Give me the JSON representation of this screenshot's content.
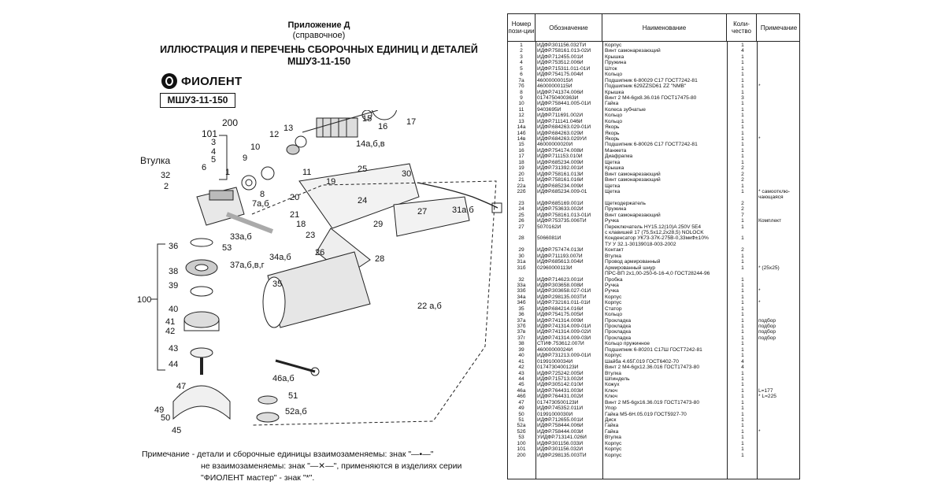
{
  "header": {
    "appendix": "Приложение Д",
    "reference": "(справочное)",
    "title_line1": "ИЛЛЮСТРАЦИЯ И ПЕРЕЧЕНЬ СБОРОЧНЫХ ЕДИНИЦ И ДЕТАЛЕЙ",
    "title_line2": "МШУ3-11-150"
  },
  "brand": {
    "name": "ФИОЛЕНТ",
    "model": "МШУ3-11-150"
  },
  "diagram_labels": {
    "l200": "200",
    "l101": "101",
    "vtulka": "Втулка",
    "l3": "3",
    "l4": "4",
    "l5": "5",
    "l6": "6",
    "l1": "1",
    "l32": "32",
    "l2": "2",
    "l8": "8",
    "l7ab": "7а,б",
    "l10": "10",
    "l9": "9",
    "l11": "11",
    "l12": "12",
    "l13": "13",
    "l14": "14а,б,в",
    "l15": "15",
    "l16": "16",
    "l17": "17",
    "l19": "19",
    "l20": "20",
    "l21": "21",
    "l18": "18",
    "l23": "23",
    "l24": "24",
    "l25": "25",
    "l29": "29",
    "l27": "27",
    "l26": "26",
    "l28": "28",
    "l30": "30",
    "l31": "31а,б",
    "l33": "33а,б",
    "l53": "53",
    "l34": "34а,б",
    "l36": "36",
    "l37": "37а,б,в,г",
    "l38": "38",
    "l39": "39",
    "l35": "35",
    "l100": "100",
    "l40": "40",
    "l41": "41",
    "l42": "42",
    "l43": "43",
    "l44": "44",
    "l46": "46а,б",
    "l47": "47",
    "l49": "49",
    "l50": "50",
    "l45": "45",
    "l51": "51",
    "l52": "52а,б",
    "l22": "22 а,б"
  },
  "note": {
    "line1": "Примечание - детали и сборочные единицы взаимозаменяемы: знак \"―•―\"",
    "line2": "не взаимозаменяемы: знак \"―✕―\", применяются в изделиях серии",
    "line3": "\"ФИОЛЕНТ мастер\" - знак \"*\"."
  },
  "table": {
    "headers": {
      "pos": "Номер пози-ции",
      "designation": "Обозначение",
      "name": "Наименование",
      "qty": "Коли-чество",
      "note": "Примечание"
    },
    "rows": [
      [
        "1",
        "ИДФР.301156.032ТИ",
        "Корпус",
        "1",
        ""
      ],
      [
        "2",
        "ИДФР.758161.013-02И",
        "Винт самонарезающий",
        "4",
        ""
      ],
      [
        "3",
        "ИДФР.712455.001И",
        "Крышка",
        "1",
        ""
      ],
      [
        "4",
        "ИДФР.753512.006И",
        "Пружина",
        "1",
        ""
      ],
      [
        "5",
        "ИДФР.715311.011-01И",
        "Шток",
        "1",
        ""
      ],
      [
        "6",
        "ИДФР.754175.004И",
        "Кольцо",
        "1",
        ""
      ],
      [
        "7а",
        "46000000015И",
        "Подшипник 6-80029 С17 ГОСТ7242-81",
        "1",
        ""
      ],
      [
        "7б",
        "46000000115И",
        "Подшипник 629ZZSD61 ZZ \"NMB\"",
        "1",
        "*"
      ],
      [
        "8",
        "ИДФР.741374.006И",
        "Крышка",
        "1",
        ""
      ],
      [
        "9",
        "0174750400363И",
        "Винт 2 М4-6gх8.36.016 ГОСТ17475-80",
        "3",
        ""
      ],
      [
        "10",
        "ИДФР.758441.005-01И",
        "Гайка",
        "1",
        ""
      ],
      [
        "11",
        "9403695И",
        "Колеса зубчатые",
        "1",
        ""
      ],
      [
        "12",
        "ИДФР.711691.002И",
        "Кольцо",
        "1",
        ""
      ],
      [
        "13",
        "ИДФР.711141.046И",
        "Кольцо",
        "1",
        ""
      ],
      [
        "14а",
        "ИДФР.684263.029-01И",
        "Якорь",
        "1",
        ""
      ],
      [
        "14б",
        "ИДФР.684263.029И",
        "Якорь",
        "1",
        ""
      ],
      [
        "14в",
        "ИДФР.684263.029УИ",
        "Якорь",
        "1",
        "*"
      ],
      [
        "15",
        "46000000020И",
        "Подшипник 6-80026 С17 ГОСТ7242-81",
        "1",
        ""
      ],
      [
        "16",
        "ИДФР.754174.008И",
        "Манжета",
        "1",
        ""
      ],
      [
        "17",
        "ИДФР.711153.010И",
        "Диафрагма",
        "1",
        ""
      ],
      [
        "18",
        "ИДФР.685234.009И",
        "Щетка",
        "1",
        ""
      ],
      [
        "19",
        "ИДФР.731392.001И",
        "Крышка",
        "2",
        ""
      ],
      [
        "20",
        "ИДФР.758161.013И",
        "Винт самонарезающий",
        "2",
        ""
      ],
      [
        "21",
        "ИДФР.758161.016И",
        "Винт самонарезающий",
        "2",
        ""
      ],
      [
        "22а",
        "ИДФР.685234.009И",
        "Щетка",
        "1",
        ""
      ],
      [
        "22б",
        "ИДФР.685234.009-01",
        "Щетка",
        "1",
        "* самоотклю-"
      ],
      [
        "",
        "",
        "",
        "",
        "чающаяся"
      ],
      [
        "23",
        "ИДФР.685169.001И",
        "Щеткодержатель",
        "2",
        ""
      ],
      [
        "24",
        "ИДФР.753633.002И",
        "Пружина",
        "2",
        ""
      ],
      [
        "25",
        "ИДФР.758161.013-01И",
        "Винт самонарезающий",
        "7",
        ""
      ],
      [
        "26",
        "ИДФР.753735.006ТИ",
        "Ручка",
        "1",
        "Комплект"
      ],
      [
        "27",
        "5070162И",
        "Переключатель HY15.12(10)A 250V 5E4",
        "1",
        ""
      ],
      [
        "",
        "",
        "с клавишей 17 (75,5х12,2х28,5) NOLOCK",
        "",
        ""
      ],
      [
        "28",
        "5066081И",
        "Конденсатор УК73-37К-275В-0,33мкФ±10%",
        "1",
        ""
      ],
      [
        "",
        "",
        "ТУ У 32.1-30139018-003-2002",
        "",
        ""
      ],
      [
        "29",
        "ИДФР.757474.013И",
        "Контакт",
        "2",
        ""
      ],
      [
        "30",
        "ИДФР.711193.007И",
        "Втулка",
        "1",
        ""
      ],
      [
        "31а",
        "ИДФР.685613.004И",
        "Провод армированный",
        "1",
        ""
      ],
      [
        "31б",
        "02960000113И",
        "Армированный шнур",
        "1",
        "* (25х25)"
      ],
      [
        "",
        "",
        "ПРС-ВП 2х1,00-250-6-16-4,0 ГОСТ28244-96",
        "",
        ""
      ],
      [
        "32",
        "ИДФР.714623.001И",
        "Пробка",
        "1",
        ""
      ],
      [
        "33а",
        "ИДФР.303658.008И",
        "Ручка",
        "1",
        ""
      ],
      [
        "33б",
        "ИДФР.303658.027-01И",
        "Ручка",
        "1",
        "*"
      ],
      [
        "34а",
        "ИДФР.298135.003ТИ",
        "Корпус",
        "1",
        ""
      ],
      [
        "34б",
        "ИДФР.732161.011-01И",
        "Корпус",
        "1",
        "*"
      ],
      [
        "35",
        "ИДФР.684214.016И",
        "Статор",
        "1",
        ""
      ],
      [
        "36",
        "ИДФР.754175.005И",
        "Кольцо",
        "1",
        ""
      ],
      [
        "37а",
        "ИДФР.741314.009И",
        "Прокладка",
        "1",
        "подбор"
      ],
      [
        "37б",
        "ИДФР.741314.009-01И",
        "Прокладка",
        "1",
        "подбор"
      ],
      [
        "37в",
        "ИДФР.741314.009-02И",
        "Прокладка",
        "1",
        "подбор"
      ],
      [
        "37г",
        "ИДФР.741314.009-03И",
        "Прокладка",
        "1",
        "подбор"
      ],
      [
        "38",
        "СТИФ.753612.007И",
        "Кольцо пружинное",
        "1",
        ""
      ],
      [
        "39",
        "46000000024И",
        "Подшипник 6-80201 С17Ш ГОСТ7242-81",
        "1",
        ""
      ],
      [
        "40",
        "ИДФР.731213.009-01И",
        "Корпус",
        "1",
        ""
      ],
      [
        "41",
        "01991000034И",
        "Шайба 4.65Г.019 ГОСТ6402-70",
        "4",
        ""
      ],
      [
        "42",
        "0174730400123И",
        "Винт 2 М4-6gх12.36.016 ГОСТ17473-80",
        "4",
        ""
      ],
      [
        "43",
        "ИДФР.725242.005И",
        "Втулка",
        "1",
        ""
      ],
      [
        "44",
        "ИДФР.715713.002И",
        "Шпиндель",
        "1",
        ""
      ],
      [
        "45",
        "ИДФР.305142.010И",
        "Кожух",
        "1",
        ""
      ],
      [
        "46а",
        "ИДФР.764431.003И",
        "Ключ",
        "1",
        "L=177"
      ],
      [
        "46б",
        "ИДФР.764431.002И",
        "Ключ",
        "1",
        "* L=225"
      ],
      [
        "47",
        "0174730500123И",
        "Винт 2 М5-6gх16.36.019 ГОСТ17473-80",
        "1",
        ""
      ],
      [
        "49",
        "ИДФР.745352.011И",
        "Упор",
        "1",
        ""
      ],
      [
        "50",
        "01991000030И",
        "Гайка М5-6Н.05.019 ГОСТ5927-70",
        "1",
        ""
      ],
      [
        "51",
        "ИДФР.712655.001И",
        "Диск",
        "1",
        ""
      ],
      [
        "52а",
        "ИДФР.758444.006И",
        "Гайка",
        "1",
        ""
      ],
      [
        "52б",
        "ИДФР.758444.003И",
        "Гайка",
        "1",
        "*"
      ],
      [
        "53",
        "УИДФР.713141.026И",
        "Втулка",
        "1",
        ""
      ],
      [
        "100",
        "ИДФР.301156.033И",
        "Корпус",
        "1",
        ""
      ],
      [
        "101",
        "ИДФР.301156.032И",
        "Корпус",
        "1",
        ""
      ],
      [
        "200",
        "ИДФР.298135.003ТИ",
        "Корпус",
        "1",
        ""
      ]
    ]
  }
}
